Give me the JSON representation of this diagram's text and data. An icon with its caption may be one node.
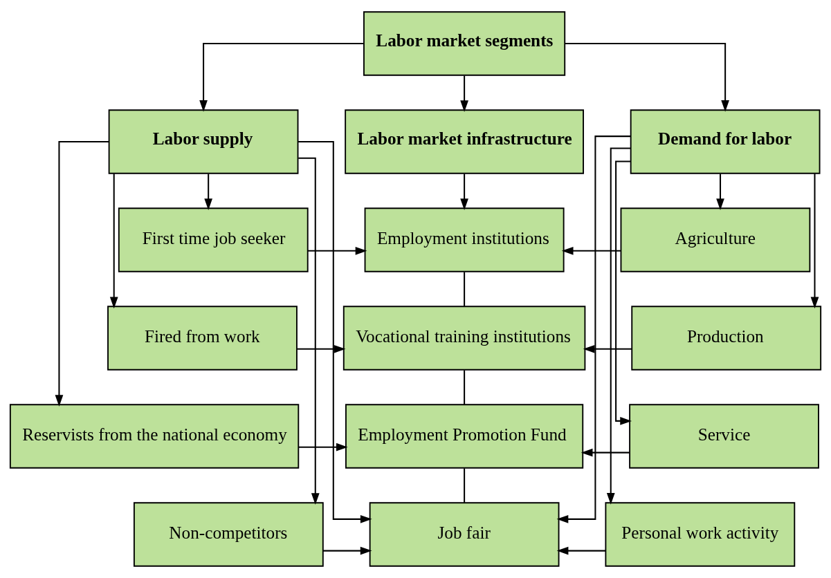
{
  "diagram": {
    "nodes": [
      {
        "text": [
          "Labor market segments"
        ]
      },
      {
        "text": [
          "Labor supply"
        ]
      },
      {
        "text": [
          "Labor market infrastructure"
        ]
      },
      {
        "text": [
          "Demand for labor"
        ]
      },
      {
        "text": [
          "First time job seeker"
        ]
      },
      {
        "text": [
          "Employment institutions"
        ]
      },
      {
        "text": [
          "Agriculture"
        ]
      },
      {
        "text": [
          "Fired from work"
        ]
      },
      {
        "text": [
          "Vocational training institutions"
        ]
      },
      {
        "text": [
          "Production"
        ]
      },
      {
        "text": [
          "Reservists from the national economy"
        ]
      },
      {
        "text": [
          "Employment Promotion Fund"
        ]
      },
      {
        "text": [
          "Service"
        ]
      },
      {
        "text": [
          "Non-competitors"
        ]
      },
      {
        "text": [
          "Job fair"
        ]
      },
      {
        "text": [
          "Personal work activity"
        ]
      }
    ],
    "edges": [
      {
        "from": 0,
        "to": 1,
        "arrow": "to"
      },
      {
        "from": 0,
        "to": 2,
        "arrow": "to"
      },
      {
        "from": 0,
        "to": 3,
        "arrow": "to"
      },
      {
        "from": 2,
        "to": 5,
        "arrow": "to"
      },
      {
        "from": 5,
        "to": 8,
        "arrow": "none"
      },
      {
        "from": 8,
        "to": 11,
        "arrow": "none"
      },
      {
        "from": 11,
        "to": 14,
        "arrow": "none"
      },
      {
        "from": 1,
        "to": 4,
        "arrow": "to"
      },
      {
        "from": 1,
        "to": 7,
        "arrow": "to"
      },
      {
        "from": 1,
        "to": 10,
        "arrow": "to"
      },
      {
        "from": 1,
        "to": 13,
        "arrow": "to"
      },
      {
        "from": 3,
        "to": 6,
        "arrow": "to"
      },
      {
        "from": 3,
        "to": 9,
        "arrow": "to"
      },
      {
        "from": 3,
        "to": 12,
        "arrow": "to"
      },
      {
        "from": 3,
        "to": 15,
        "arrow": "to"
      },
      {
        "from": 4,
        "to": 5,
        "arrow": "to"
      },
      {
        "from": 7,
        "to": 8,
        "arrow": "to"
      },
      {
        "from": 10,
        "to": 11,
        "arrow": "to"
      },
      {
        "from": 13,
        "to": 14,
        "arrow": "to"
      },
      {
        "from": 1,
        "to": 14,
        "arrow": "to"
      },
      {
        "from": 6,
        "to": 5,
        "arrow": "to"
      },
      {
        "from": 9,
        "to": 8,
        "arrow": "to"
      },
      {
        "from": 12,
        "to": 11,
        "arrow": "to"
      },
      {
        "from": 15,
        "to": 14,
        "arrow": "to"
      },
      {
        "from": 3,
        "to": 14,
        "arrow": "to"
      }
    ]
  }
}
